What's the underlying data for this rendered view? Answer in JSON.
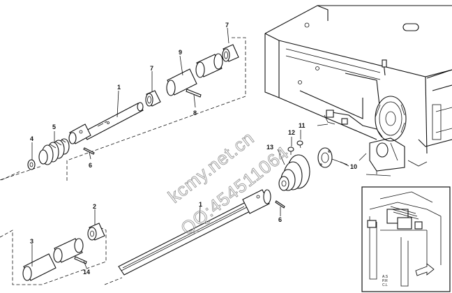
{
  "callouts": {
    "c1a": "1",
    "c1b": "1",
    "c2": "2",
    "c3": "3",
    "c4": "4",
    "c5": "5",
    "c6a": "6",
    "c6b": "6",
    "c7a": "7",
    "c7b": "7",
    "c8": "8",
    "c9": "9",
    "c10": "10",
    "c11": "11",
    "c12": "12",
    "c13": "13",
    "c14": "14"
  },
  "inset": {
    "ref_labels": [
      "A.S",
      "P.R",
      "C.L"
    ]
  },
  "watermark": {
    "line1": "kcmy.net.cn",
    "line2": "QQ:454511064"
  }
}
